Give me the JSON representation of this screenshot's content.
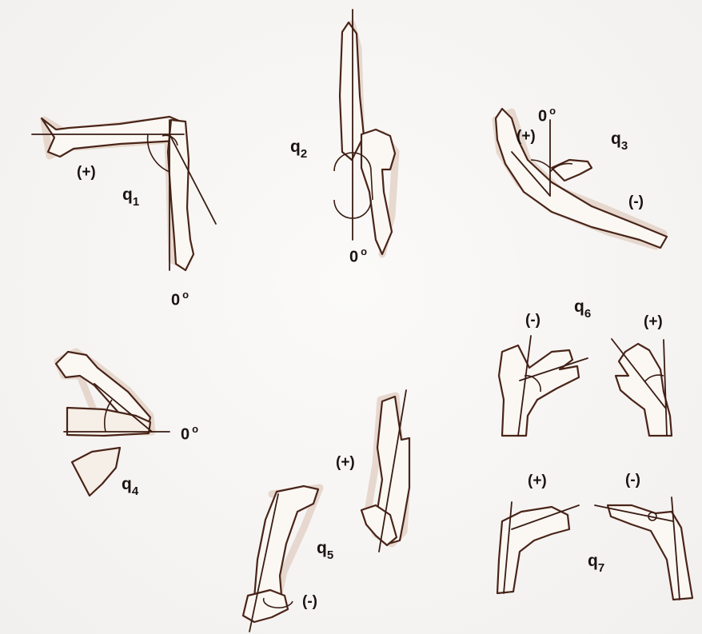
{
  "joints": {
    "q1": {
      "symbol": "q",
      "index": "1",
      "plus_label": "(+)",
      "zero_label": "0",
      "deg": "o"
    },
    "q2": {
      "symbol": "q",
      "index": "2",
      "zero_label": "0",
      "deg": "o"
    },
    "q3": {
      "symbol": "q",
      "index": "3",
      "plus_label": "(+)",
      "minus_label": "(-)",
      "zero_label": "0",
      "deg": "o"
    },
    "q4": {
      "symbol": "q",
      "index": "4",
      "zero_label": "0",
      "deg": "o"
    },
    "q5": {
      "symbol": "q",
      "index": "5",
      "plus_label": "(+)",
      "minus_label": "(-)"
    },
    "q6": {
      "symbol": "q",
      "index": "6",
      "plus_label": "(+)",
      "minus_label": "(-)"
    },
    "q7": {
      "symbol": "q",
      "index": "7",
      "plus_label": "(+)",
      "minus_label": "(-)"
    }
  },
  "colors": {
    "ink": "#1b1310",
    "line": "#3a1c12",
    "halo": "#d9bfae",
    "fill": "#fbf8f4"
  }
}
